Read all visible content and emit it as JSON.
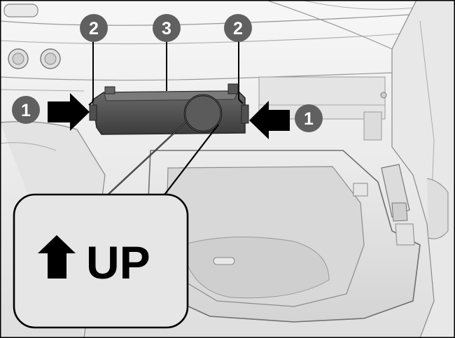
{
  "diagram": {
    "callouts": [
      {
        "id": "c1-left",
        "label": "1"
      },
      {
        "id": "c2-left",
        "label": "2"
      },
      {
        "id": "c3",
        "label": "3"
      },
      {
        "id": "c2-right",
        "label": "2"
      },
      {
        "id": "c1-right",
        "label": "1"
      }
    ],
    "inset": {
      "text": "UP"
    },
    "colors": {
      "callout_fill": "#606060",
      "arrow_fill": "#000000",
      "inset_fill": "#e6e6e6",
      "module_fill": "#555555",
      "background": "#f2f2f2"
    }
  }
}
